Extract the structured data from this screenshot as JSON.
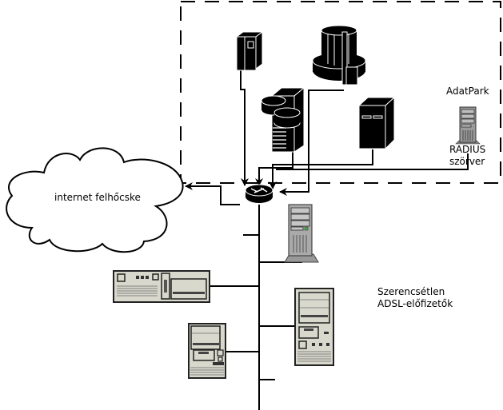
{
  "cloud": {
    "label": "internet felhőcske"
  },
  "datapark": {
    "label": "AdatPark"
  },
  "radius": {
    "label_line1": "RADIUS",
    "label_line2": "szörver"
  },
  "subscribers": {
    "label_line1": "Szerencsétlen",
    "label_line2": "ADSL-előfizetők"
  },
  "nodes": [
    {
      "id": "tower-server",
      "icon": "tower-server-icon"
    },
    {
      "id": "mainframe",
      "icon": "mainframe-icon"
    },
    {
      "id": "database-server",
      "icon": "database-server-icon"
    },
    {
      "id": "server",
      "icon": "server-icon"
    },
    {
      "id": "radius-server",
      "icon": "radius-server-icon"
    },
    {
      "id": "router",
      "icon": "router-icon"
    },
    {
      "id": "client-tower",
      "icon": "client-tower-icon"
    },
    {
      "id": "client-desktop",
      "icon": "desktop-pc-icon"
    },
    {
      "id": "client-minitower-left",
      "icon": "minitower-pc-icon"
    },
    {
      "id": "client-minitower-right",
      "icon": "minitower-pc-icon"
    }
  ]
}
